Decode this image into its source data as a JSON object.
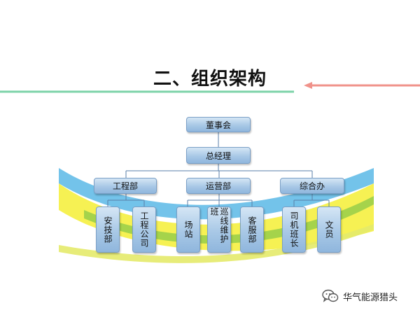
{
  "title": "二、组织架构",
  "colors": {
    "left_line": "#7dd3a8",
    "right_line": "#f0928a",
    "swoosh_blue": "#5bb8e6",
    "swoosh_yellow": "#f5f040",
    "swoosh_green": "#9ccf4a",
    "node_border": "#7a9fc6"
  },
  "org": {
    "root": "董事会",
    "gm": "总经理",
    "departments": [
      {
        "label": "工程部",
        "children": [
          "安技部",
          "工程公司"
        ]
      },
      {
        "label": "运营部",
        "children": [
          "场站",
          "巡线维护班",
          "客服部"
        ]
      },
      {
        "label": "综合办",
        "children": [
          "司机班长",
          "文员"
        ]
      }
    ]
  },
  "watermark": {
    "icon": "wechat-icon",
    "text": "华气能源猎头"
  }
}
